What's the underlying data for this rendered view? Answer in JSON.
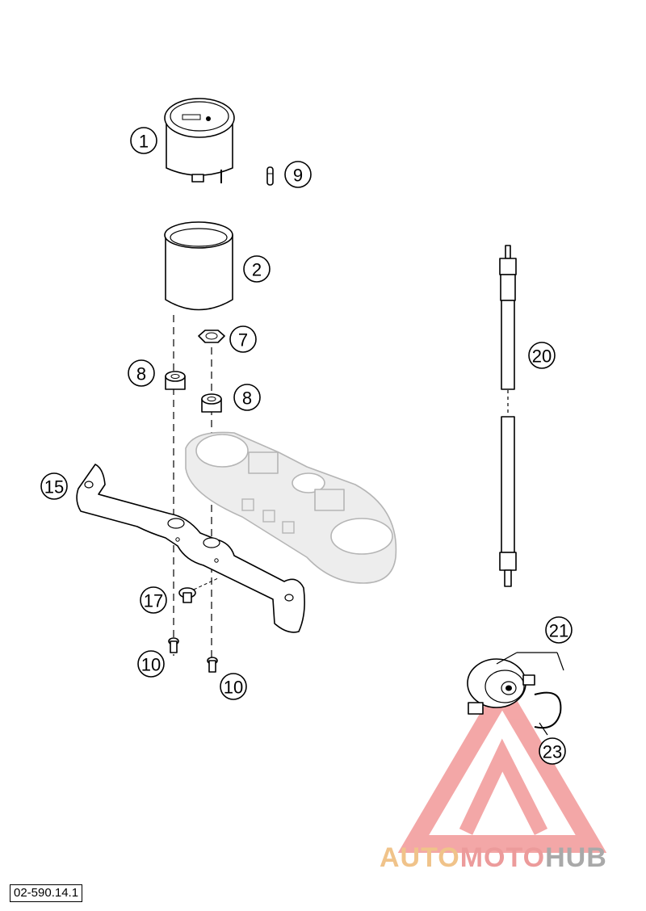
{
  "diagram_code": "02-590.14.1",
  "callouts": [
    {
      "num": "1"
    },
    {
      "num": "2"
    },
    {
      "num": "7"
    },
    {
      "num": "8"
    },
    {
      "num": "8"
    },
    {
      "num": "9"
    },
    {
      "num": "10"
    },
    {
      "num": "10"
    },
    {
      "num": "15"
    },
    {
      "num": "17"
    },
    {
      "num": "20"
    },
    {
      "num": "21"
    },
    {
      "num": "23"
    }
  ],
  "watermark": {
    "part1": "AUTO",
    "part2": "MOTO",
    "part3": "HUB",
    "colors": [
      "#f0c38a",
      "#ec9b9b",
      "#a9a9a9"
    ]
  }
}
